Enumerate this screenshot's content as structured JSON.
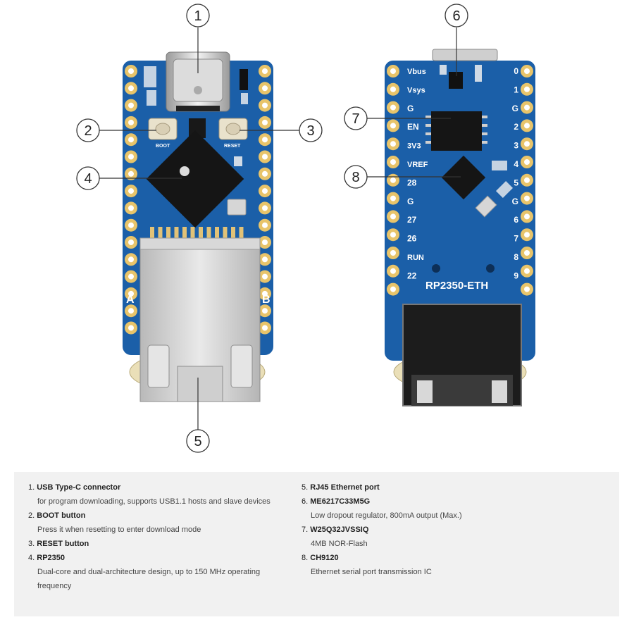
{
  "callouts": [
    "1",
    "2",
    "3",
    "4",
    "5",
    "6",
    "7",
    "8"
  ],
  "front_labels": {
    "boot": "BOOT",
    "reset": "RESET",
    "side_a": "A",
    "side_b": "B"
  },
  "back_labels": {
    "left_pins": [
      "Vbus",
      "Vsys",
      "G",
      "EN",
      "3V3",
      "VREF",
      "28",
      "G",
      "27",
      "26",
      "RUN",
      "22"
    ],
    "right_pins": [
      "0",
      "1",
      "G",
      "2",
      "3",
      "4",
      "5",
      "G",
      "6",
      "7",
      "8",
      "9"
    ],
    "board_name": "RP2350-ETH"
  },
  "legend": [
    {
      "num": "1.",
      "title": "USB Type-C connector",
      "desc": [
        "for program downloading, supports USB1.1 hosts and slave devices"
      ]
    },
    {
      "num": "2.",
      "title": "BOOT button",
      "desc": [
        "Press it when resetting to enter download mode"
      ]
    },
    {
      "num": "3.",
      "title": "RESET button",
      "desc": []
    },
    {
      "num": "4.",
      "title": "RP2350",
      "desc": [
        "Dual-core and dual-architecture design, up to 150 MHz operating",
        "frequency"
      ]
    },
    {
      "num": "5.",
      "title": "RJ45 Ethernet port",
      "desc": []
    },
    {
      "num": "6.",
      "title": "ME6217C33M5G",
      "desc": [
        "Low dropout regulator, 800mA output (Max.)"
      ]
    },
    {
      "num": "7.",
      "title": "W25Q32JVSSIQ",
      "desc": [
        "4MB NOR-Flash"
      ]
    },
    {
      "num": "8.",
      "title": "CH9120",
      "desc": [
        "Ethernet serial port transmission IC"
      ]
    }
  ],
  "colors": {
    "pcb": "#1b5fa8",
    "pad": "#e8c46a",
    "chip": "#1e1e1e",
    "metal": "#cfcfcf",
    "legend_bg": "#f1f1f1"
  }
}
